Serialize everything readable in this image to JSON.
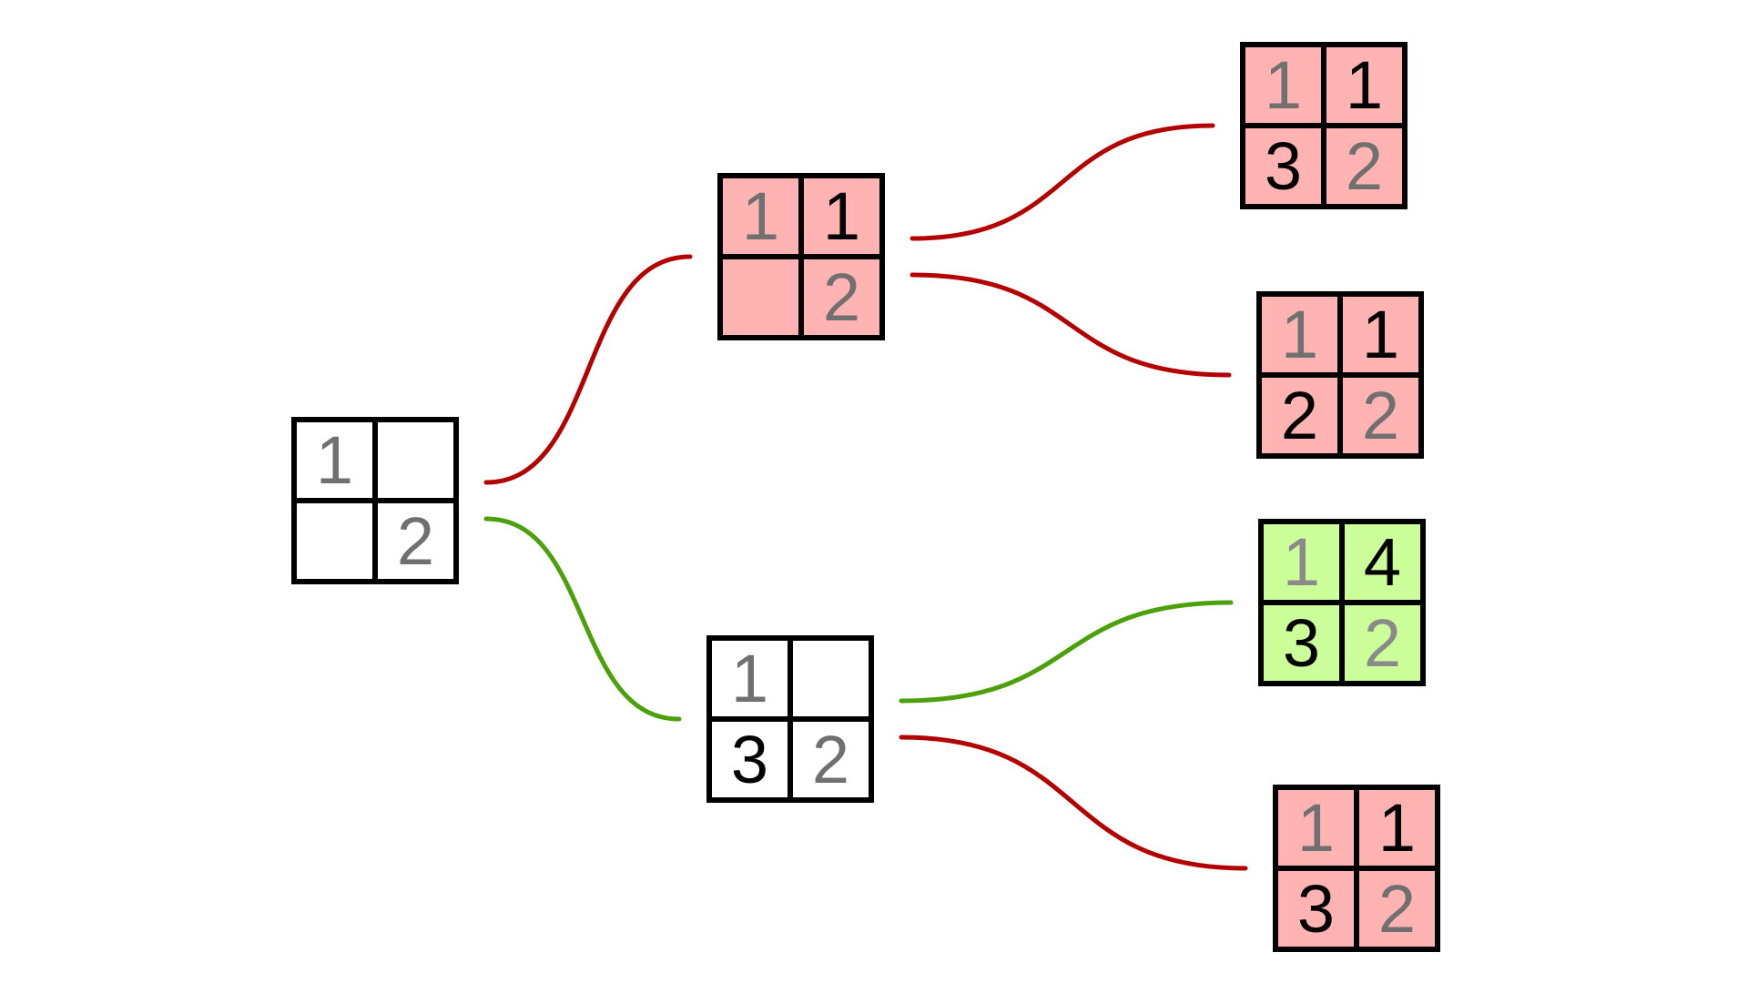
{
  "colors": {
    "background": "#ffffff",
    "cell_blank": "#ffffff",
    "cell_invalid": "#ffb3b3",
    "cell_valid": "#ccff99",
    "edge_invalid": "#b30000",
    "edge_valid": "#4ca00a",
    "given_digit": "#707070",
    "placed_digit": "#000000",
    "given_digit_valid": "#8a8a8a"
  },
  "boards": [
    {
      "id": "root",
      "status": "blank",
      "cells": [
        {
          "value": "1",
          "kind": "given"
        },
        {
          "value": "",
          "kind": "empty"
        },
        {
          "value": "",
          "kind": "empty"
        },
        {
          "value": "2",
          "kind": "given"
        }
      ]
    },
    {
      "id": "level1-a",
      "status": "invalid",
      "cells": [
        {
          "value": "1",
          "kind": "given"
        },
        {
          "value": "1",
          "kind": "placed"
        },
        {
          "value": "",
          "kind": "empty"
        },
        {
          "value": "2",
          "kind": "given"
        }
      ]
    },
    {
      "id": "level1-b",
      "status": "blank",
      "cells": [
        {
          "value": "1",
          "kind": "given"
        },
        {
          "value": "",
          "kind": "empty"
        },
        {
          "value": "3",
          "kind": "placed"
        },
        {
          "value": "2",
          "kind": "given"
        }
      ]
    },
    {
      "id": "level2-a",
      "status": "invalid",
      "cells": [
        {
          "value": "1",
          "kind": "given"
        },
        {
          "value": "1",
          "kind": "placed"
        },
        {
          "value": "3",
          "kind": "placed"
        },
        {
          "value": "2",
          "kind": "given"
        }
      ]
    },
    {
      "id": "level2-b",
      "status": "invalid",
      "cells": [
        {
          "value": "1",
          "kind": "given"
        },
        {
          "value": "1",
          "kind": "placed"
        },
        {
          "value": "2",
          "kind": "placed"
        },
        {
          "value": "2",
          "kind": "given"
        }
      ]
    },
    {
      "id": "level2-c",
      "status": "valid",
      "cells": [
        {
          "value": "1",
          "kind": "given"
        },
        {
          "value": "4",
          "kind": "placed"
        },
        {
          "value": "3",
          "kind": "placed"
        },
        {
          "value": "2",
          "kind": "given"
        }
      ]
    },
    {
      "id": "level2-d",
      "status": "invalid",
      "cells": [
        {
          "value": "1",
          "kind": "given"
        },
        {
          "value": "1",
          "kind": "placed"
        },
        {
          "value": "3",
          "kind": "placed"
        },
        {
          "value": "2",
          "kind": "given"
        }
      ]
    }
  ],
  "edges": [
    {
      "from": "root",
      "to": "level1-a",
      "status": "invalid"
    },
    {
      "from": "root",
      "to": "level1-b",
      "status": "valid"
    },
    {
      "from": "level1-a",
      "to": "level2-a",
      "status": "invalid"
    },
    {
      "from": "level1-a",
      "to": "level2-b",
      "status": "invalid"
    },
    {
      "from": "level1-b",
      "to": "level2-c",
      "status": "valid"
    },
    {
      "from": "level1-b",
      "to": "level2-d",
      "status": "invalid"
    }
  ]
}
